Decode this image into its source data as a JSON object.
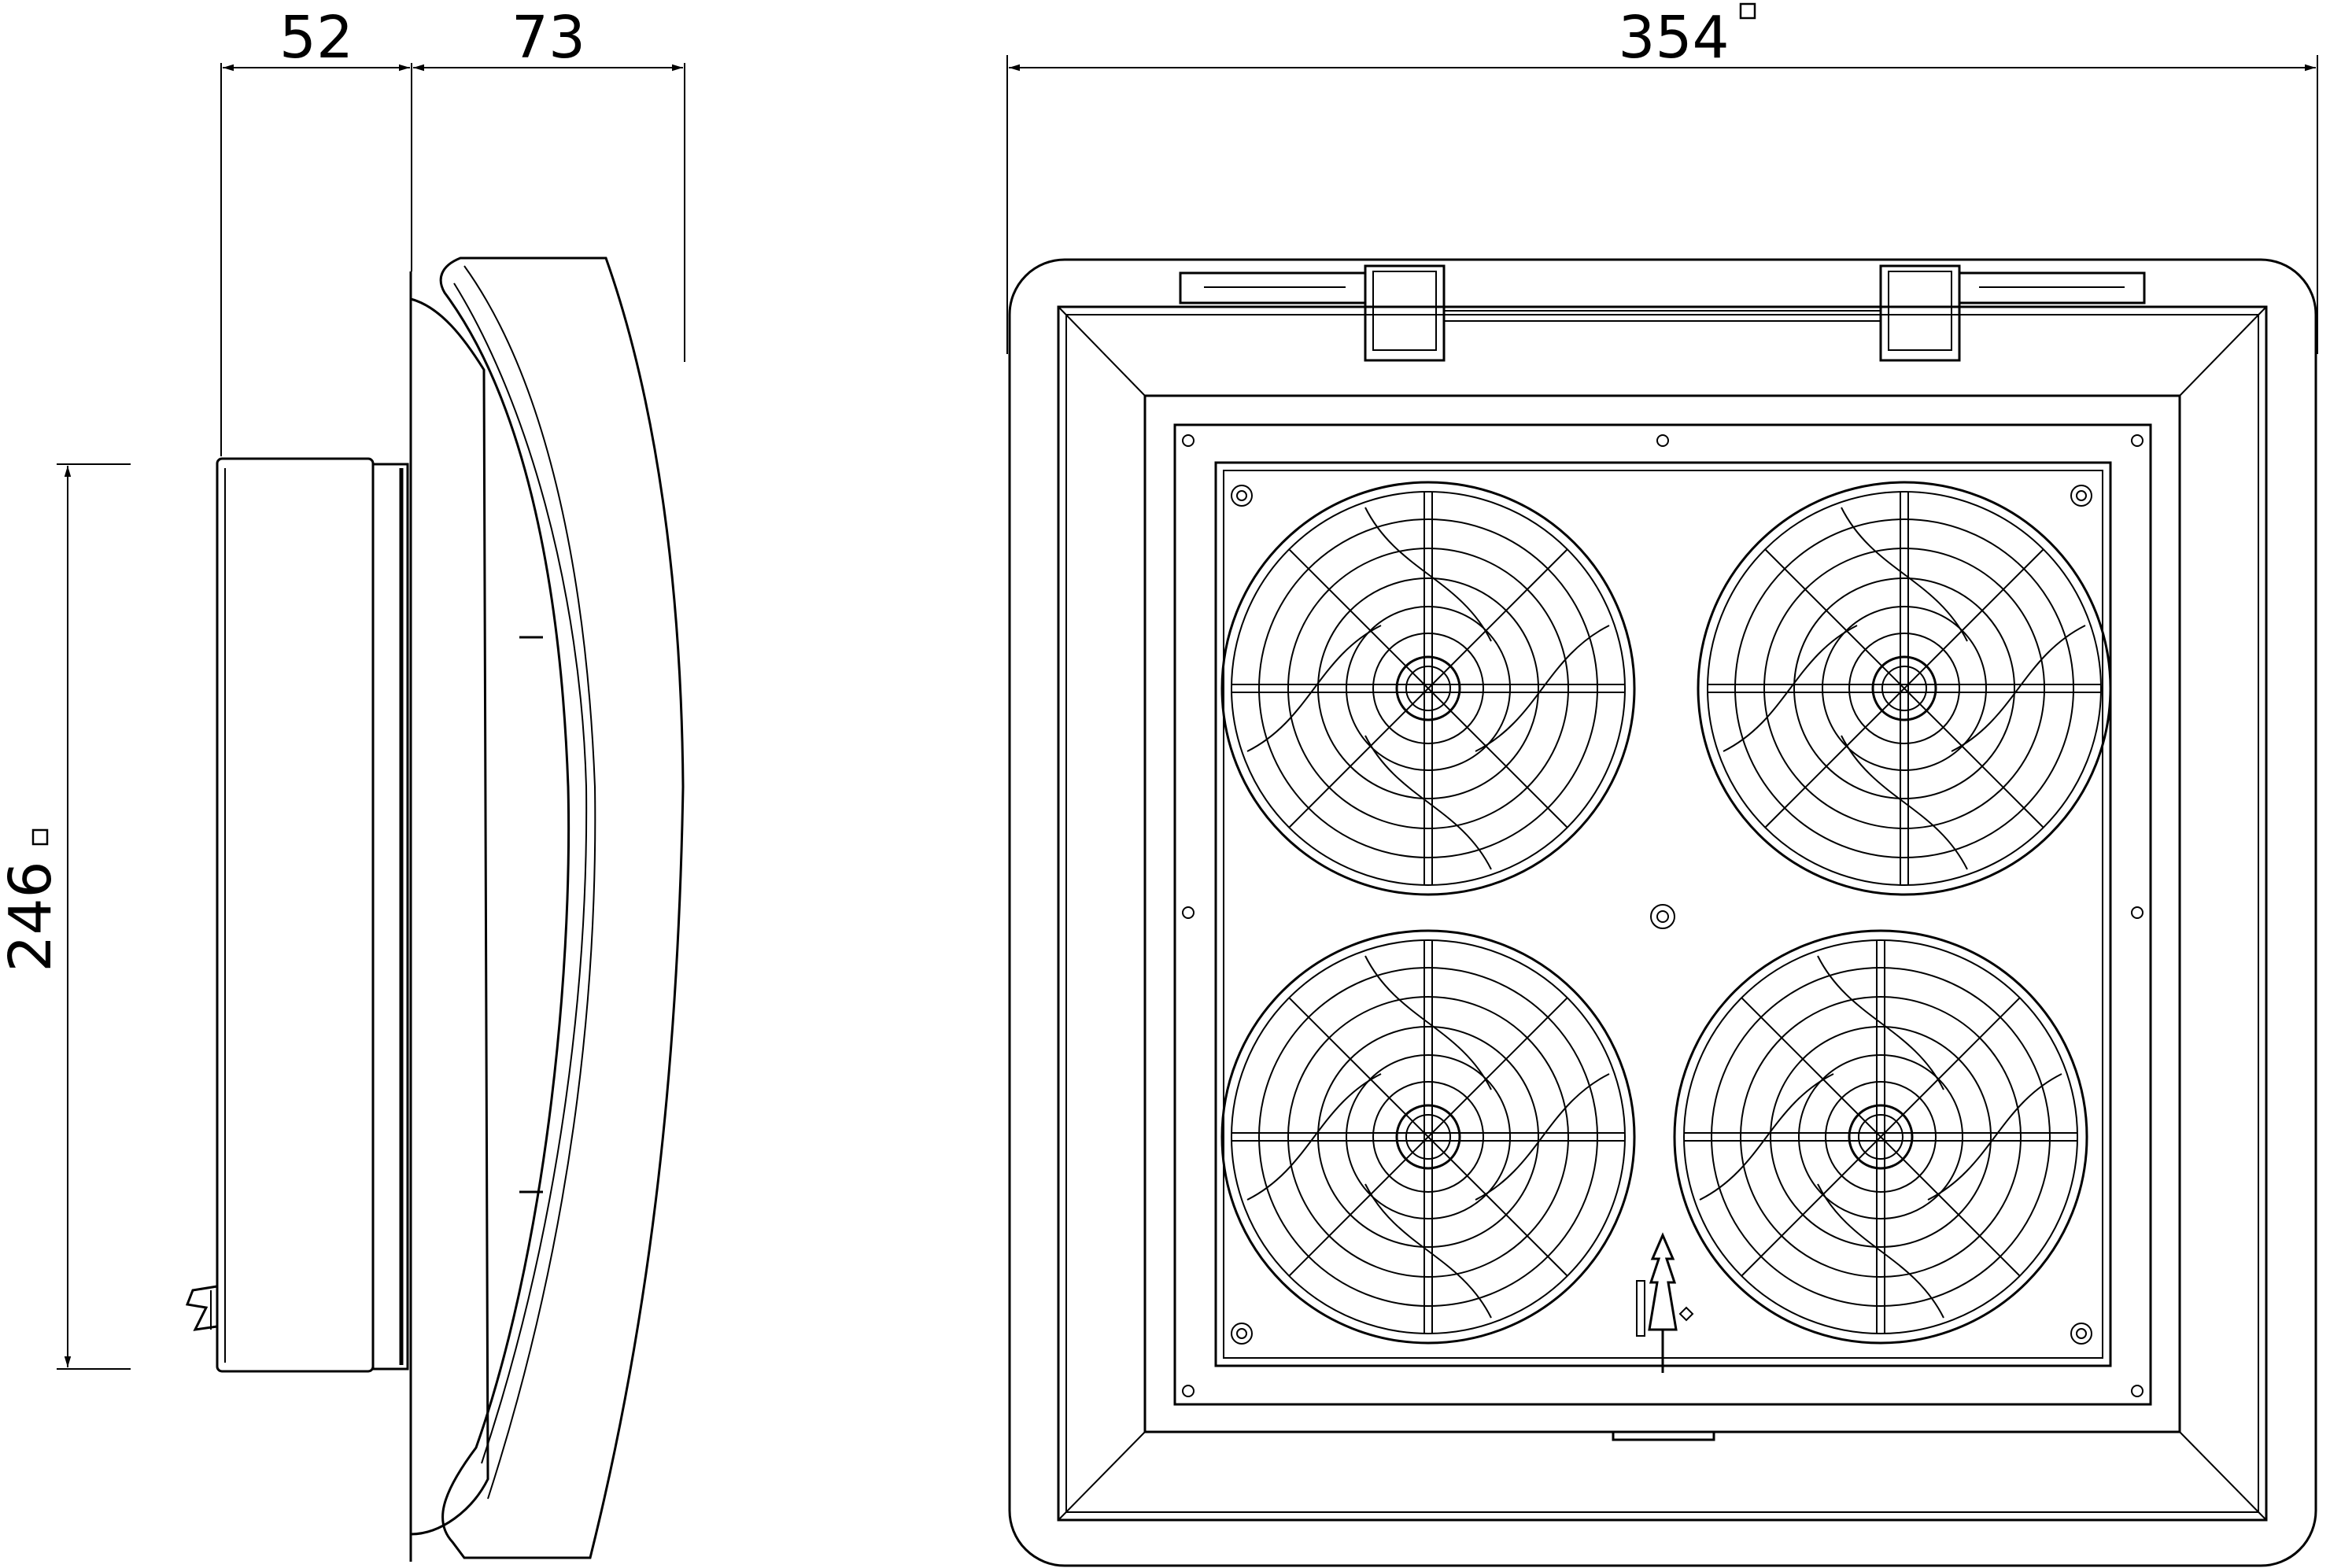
{
  "drawing": {
    "side_view": {
      "dim_depth_left": "52",
      "dim_depth_right": "73",
      "dim_height": "246"
    },
    "front_view": {
      "dim_width": "354",
      "fan_count": 4
    }
  }
}
